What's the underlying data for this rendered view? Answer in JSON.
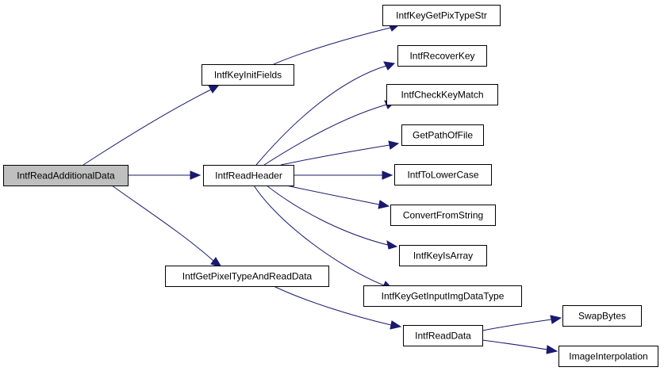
{
  "graph": {
    "colors": {
      "root_fill": "#bfbfbf",
      "node_fill": "#ffffff",
      "border": "#000000",
      "edge": "#191970"
    },
    "nodes": [
      {
        "id": "n_root",
        "label": "IntfReadAdditionalData",
        "root": true
      },
      {
        "id": "n_keyinit",
        "label": "IntfKeyInitFields"
      },
      {
        "id": "n_readheader",
        "label": "IntfReadHeader"
      },
      {
        "id": "n_getpixel",
        "label": "IntfGetPixelTypeAndReadData"
      },
      {
        "id": "n_pixtypestr",
        "label": "IntfKeyGetPixTypeStr"
      },
      {
        "id": "n_recoverkey",
        "label": "IntfRecoverKey"
      },
      {
        "id": "n_checkkey",
        "label": "IntfCheckKeyMatch"
      },
      {
        "id": "n_getpath",
        "label": "GetPathOfFile"
      },
      {
        "id": "n_tolower",
        "label": "IntfToLowerCase"
      },
      {
        "id": "n_convert",
        "label": "ConvertFromString"
      },
      {
        "id": "n_keyisarray",
        "label": "IntfKeyIsArray"
      },
      {
        "id": "n_inputimg",
        "label": "IntfKeyGetInputImgDataType"
      },
      {
        "id": "n_readdata",
        "label": "IntfReadData"
      },
      {
        "id": "n_swapbytes",
        "label": "SwapBytes"
      },
      {
        "id": "n_imageinterp",
        "label": "ImageInterpolation"
      }
    ],
    "edges": [
      {
        "from": "n_root",
        "to": "n_keyinit"
      },
      {
        "from": "n_root",
        "to": "n_readheader"
      },
      {
        "from": "n_root",
        "to": "n_getpixel"
      },
      {
        "from": "n_keyinit",
        "to": "n_pixtypestr"
      },
      {
        "from": "n_readheader",
        "to": "n_recoverkey"
      },
      {
        "from": "n_readheader",
        "to": "n_checkkey"
      },
      {
        "from": "n_readheader",
        "to": "n_getpath"
      },
      {
        "from": "n_readheader",
        "to": "n_tolower"
      },
      {
        "from": "n_readheader",
        "to": "n_convert"
      },
      {
        "from": "n_readheader",
        "to": "n_keyisarray"
      },
      {
        "from": "n_readheader",
        "to": "n_inputimg"
      },
      {
        "from": "n_getpixel",
        "to": "n_readdata"
      },
      {
        "from": "n_readdata",
        "to": "n_swapbytes"
      },
      {
        "from": "n_readdata",
        "to": "n_imageinterp"
      }
    ]
  }
}
